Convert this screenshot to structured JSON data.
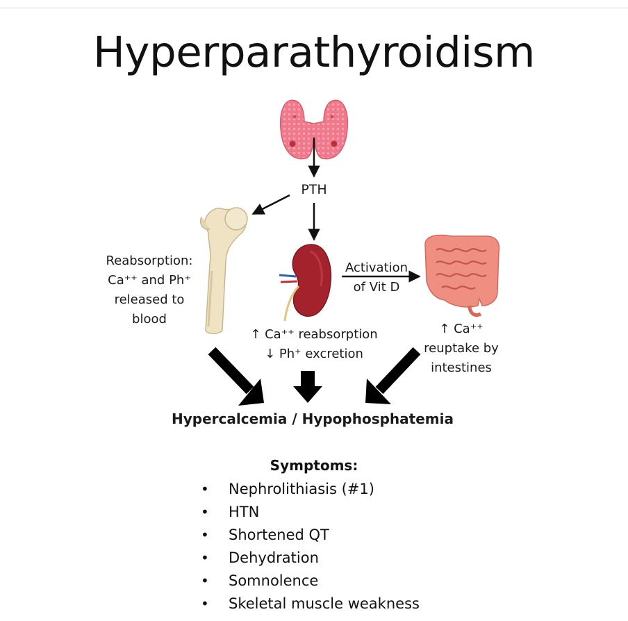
{
  "title": "Hyperparathyroidism",
  "hormone": "PTH",
  "bone": {
    "line1": "Reabsorption:",
    "line2": "Ca⁺⁺ and Ph⁺",
    "line3": "released to",
    "line4": "blood"
  },
  "kidney_to_intestine": {
    "line1": "Activation",
    "line2": "of Vit D"
  },
  "kidney": {
    "line1": "↑ Ca⁺⁺ reabsorption",
    "line2": "↓ Ph⁺ excretion"
  },
  "intestine": {
    "line1": "↑ Ca⁺⁺",
    "line2": "reuptake by",
    "line3": "intestines"
  },
  "result": "Hypercalcemia / Hypophosphatemia",
  "symptoms": {
    "heading": "Symptoms:",
    "items": [
      "Nephrolithiasis (#1)",
      "HTN",
      "Shortened QT",
      "Dehydration",
      "Somnolence",
      "Skeletal muscle weakness"
    ]
  },
  "colors": {
    "thyroid": "#f07a8c",
    "kidney": "#a3222c",
    "intestine": "#ee8f82",
    "bone": "#efe3c4"
  }
}
